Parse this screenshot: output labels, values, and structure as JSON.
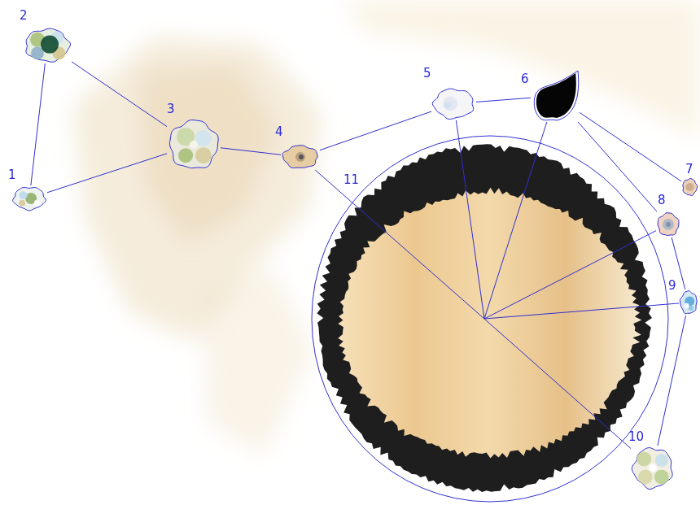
{
  "diagram": {
    "nodes": [
      {
        "text": [
          "1"
        ]
      },
      {
        "text": [
          "2"
        ]
      },
      {
        "text": [
          "3"
        ]
      },
      {
        "text": [
          "4"
        ]
      },
      {
        "text": [
          "5"
        ]
      },
      {
        "text": [
          "6"
        ]
      },
      {
        "text": [
          "7"
        ]
      },
      {
        "text": [
          "8"
        ]
      },
      {
        "text": [
          "9"
        ]
      },
      {
        "text": [
          "10"
        ]
      },
      {
        "text": [
          "11"
        ]
      }
    ],
    "edges": [
      {
        "from": 1,
        "to": 0,
        "arrow": "none"
      },
      {
        "from": 1,
        "to": 2,
        "arrow": "none"
      },
      {
        "from": 0,
        "to": 2,
        "arrow": "none"
      },
      {
        "from": 2,
        "to": 3,
        "arrow": "none"
      },
      {
        "from": 3,
        "to": 4,
        "arrow": "none"
      },
      {
        "from": 4,
        "to": 5,
        "arrow": "none"
      },
      {
        "from": 3,
        "to": 10,
        "arrow": "none"
      },
      {
        "from": 10,
        "to": 4,
        "arrow": "none"
      },
      {
        "from": 10,
        "to": 5,
        "arrow": "none"
      },
      {
        "from": 5,
        "to": 6,
        "arrow": "none"
      },
      {
        "from": 5,
        "to": 7,
        "arrow": "none"
      },
      {
        "from": 10,
        "to": 7,
        "arrow": "none"
      },
      {
        "from": 7,
        "to": 8,
        "arrow": "none"
      },
      {
        "from": 10,
        "to": 8,
        "arrow": "none"
      },
      {
        "from": 8,
        "to": 9,
        "arrow": "none"
      },
      {
        "from": 10,
        "to": 9,
        "arrow": "none"
      }
    ]
  }
}
